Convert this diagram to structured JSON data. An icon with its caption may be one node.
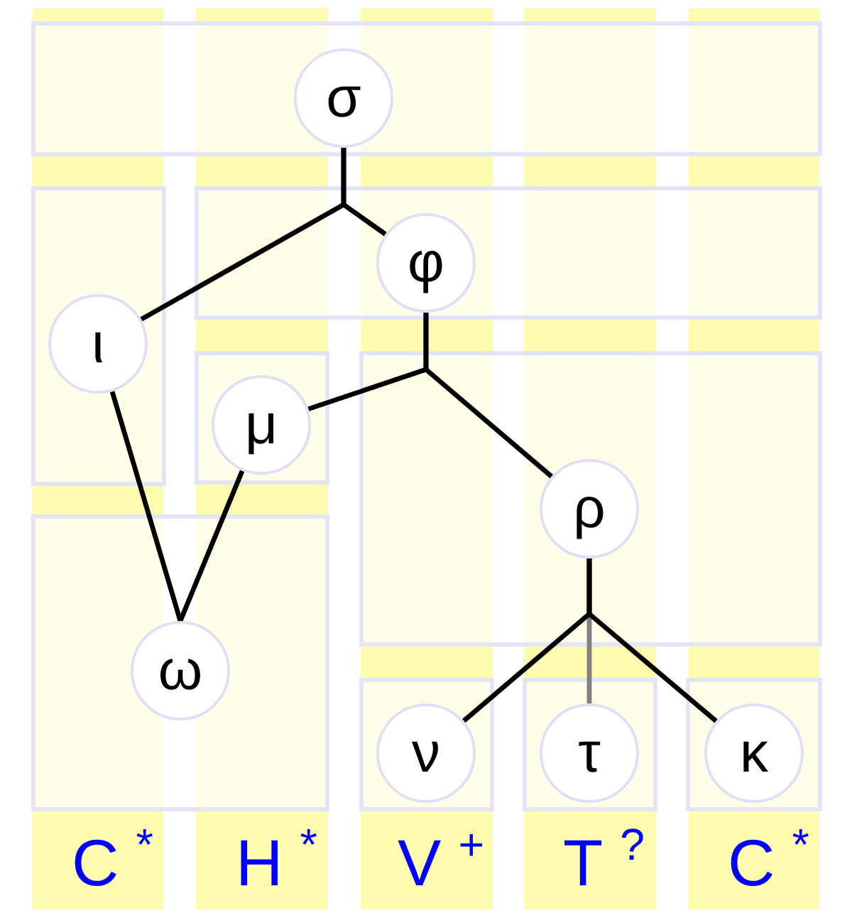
{
  "diagram": {
    "nodes": [
      {
        "text": [],
        "shape": "box"
      },
      {
        "text": [
          "σ"
        ],
        "in": 0
      },
      {
        "text": [],
        "shape": "box"
      },
      {
        "text": [
          "ι"
        ],
        "in": 2
      },
      {
        "text": [],
        "shape": "box"
      },
      {
        "text": [
          "φ"
        ],
        "in": 4
      },
      {
        "text": [],
        "shape": "box"
      },
      {
        "text": [
          "μ"
        ],
        "in": 6
      },
      {
        "text": [],
        "shape": "box"
      },
      {
        "text": [
          "ρ"
        ],
        "in": 8
      },
      {
        "text": [],
        "shape": "box"
      },
      {
        "text": [
          "ω"
        ],
        "in": 10
      },
      {
        "text": [],
        "shape": "box"
      },
      {
        "text": [
          "ν"
        ],
        "in": 12
      },
      {
        "text": [],
        "shape": "box"
      },
      {
        "text": [
          "τ"
        ],
        "in": 14
      },
      {
        "text": [],
        "shape": "box"
      },
      {
        "text": [
          "κ"
        ],
        "in": 16
      }
    ],
    "edges": [
      {
        "from": 1,
        "to": 3,
        "arrow": "none"
      },
      {
        "from": 1,
        "to": 5,
        "arrow": "none"
      },
      {
        "from": 5,
        "to": 7,
        "arrow": "none"
      },
      {
        "from": 5,
        "to": 9,
        "arrow": "none"
      },
      {
        "from": 3,
        "to": 11,
        "arrow": "none"
      },
      {
        "from": 7,
        "to": 11,
        "arrow": "none"
      },
      {
        "from": 9,
        "to": 13,
        "arrow": "none"
      },
      {
        "from": 9,
        "to": 15,
        "arrow": "none",
        "color": "#808080"
      },
      {
        "from": 9,
        "to": 17,
        "arrow": "none"
      }
    ],
    "labels": [
      "C$^{*}$",
      "H$^{*}$",
      "V$^{+}$",
      "T$^{?}$",
      "C$^{*}$"
    ]
  }
}
